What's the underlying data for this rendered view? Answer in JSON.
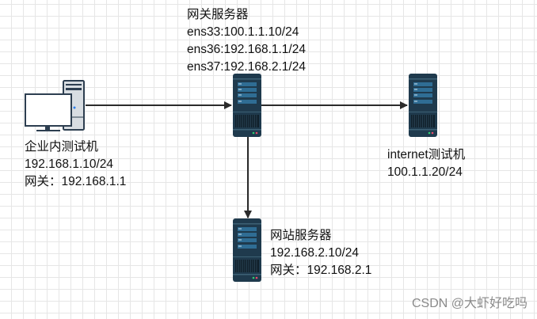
{
  "nodes": {
    "client": {
      "icon": "desktop-computer-icon",
      "title": "企业内测试机",
      "lines": [
        "192.168.1.10/24",
        "网关：192.168.1.1"
      ]
    },
    "gateway": {
      "icon": "server-icon",
      "title": "网关服务器",
      "lines": [
        "ens33:100.1.1.10/24",
        "ens36:192.168.1.1/24",
        "ens37:192.168.2.1/24"
      ]
    },
    "internet": {
      "icon": "server-icon",
      "title": "internet测试机",
      "lines": [
        "100.1.1.20/24"
      ]
    },
    "web": {
      "icon": "server-icon",
      "title": "网站服务器",
      "lines": [
        "192.168.2.10/24",
        "网关：192.168.2.1"
      ]
    }
  },
  "edges": [
    {
      "from": "client",
      "to": "gateway"
    },
    {
      "from": "gateway",
      "to": "internet"
    },
    {
      "from": "gateway",
      "to": "web"
    }
  ],
  "colors": {
    "server_body": "#1f3a4d",
    "server_panel": "#2f6d94",
    "edge": "#2b2b2b",
    "monitor_border": "#2d3e50",
    "tower_fill": "#d8dde2"
  },
  "watermark": "CSDN @大虾好吃吗"
}
